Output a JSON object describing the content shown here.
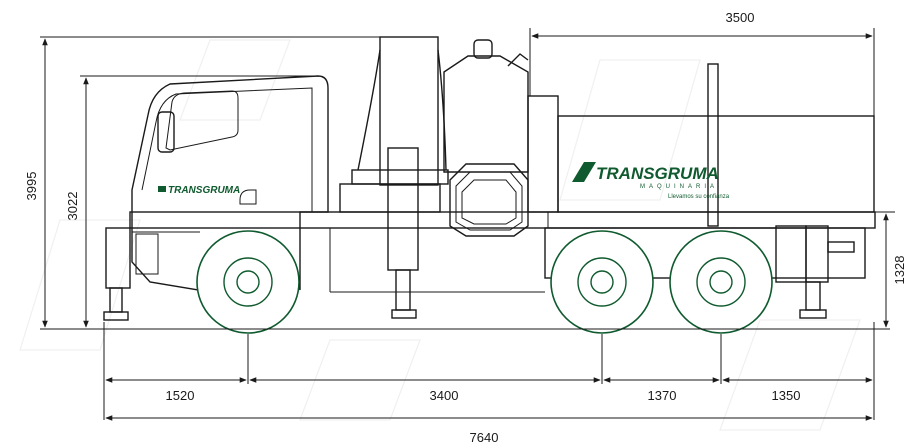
{
  "brand": {
    "name_cab": "TRANSGRUMA",
    "name_tank": "TRANSGRUMA",
    "sub": "MAQUINARIA",
    "tagline": "Llevamos su confianza",
    "color": "#0f5a2e"
  },
  "dimensions": {
    "overall_height": "3995",
    "cab_height": "3022",
    "tank_length": "3500",
    "rear_height": "1328",
    "front_overhang": "1520",
    "wheelbase": "3400",
    "tandem_spacing": "1370",
    "rear_overhang": "1350",
    "overall_length": "7640"
  }
}
